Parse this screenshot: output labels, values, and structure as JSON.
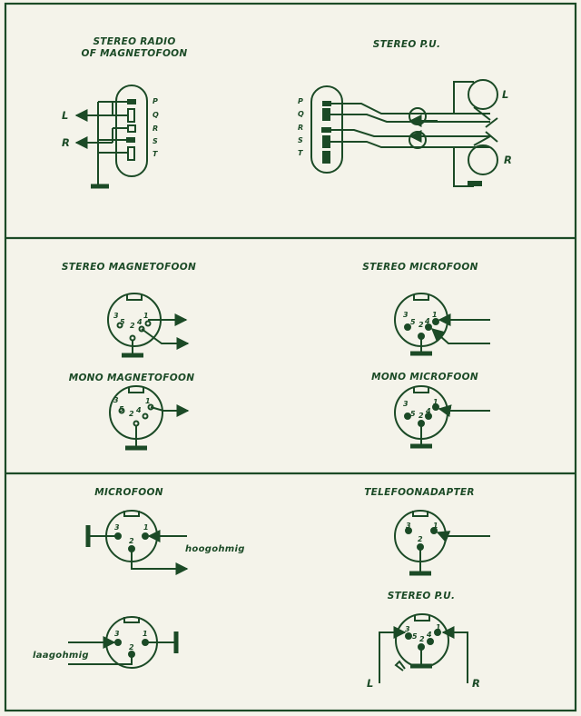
{
  "colors": {
    "ink": "#1b4a26",
    "paper": "#f4f3ea"
  },
  "sections": {
    "top": {
      "left_title_line1": "STEREO RADIO",
      "left_title_line2": "OF MAGNETOFOON",
      "right_title": "STEREO P.U.",
      "left_pin_letters": [
        "P",
        "Q",
        "R",
        "S",
        "T"
      ],
      "right_pin_letters": [
        "P",
        "Q",
        "R",
        "S",
        "T"
      ],
      "out_left": "L",
      "out_right": "R",
      "cartridge_left": "L",
      "cartridge_right": "R"
    },
    "middle": {
      "stereo_tape": "STEREO MAGNETOFOON",
      "stereo_mic": "STEREO MICROFOON",
      "mono_tape": "MONO MAGNETOFOON",
      "mono_mic": "MONO MICROFOON"
    },
    "bottom": {
      "microfoon": "MICROFOON",
      "telefoon": "TELEFOONADAPTER",
      "stereo_pu": "STEREO P.U.",
      "hoogohmig": "hoogohmig",
      "laagohmig": "laagohmig",
      "side_left": "L",
      "side_right": "R"
    }
  },
  "din_pin_numbers": {
    "p1": "1",
    "p2": "2",
    "p3": "3",
    "p4": "4",
    "p5": "5"
  }
}
